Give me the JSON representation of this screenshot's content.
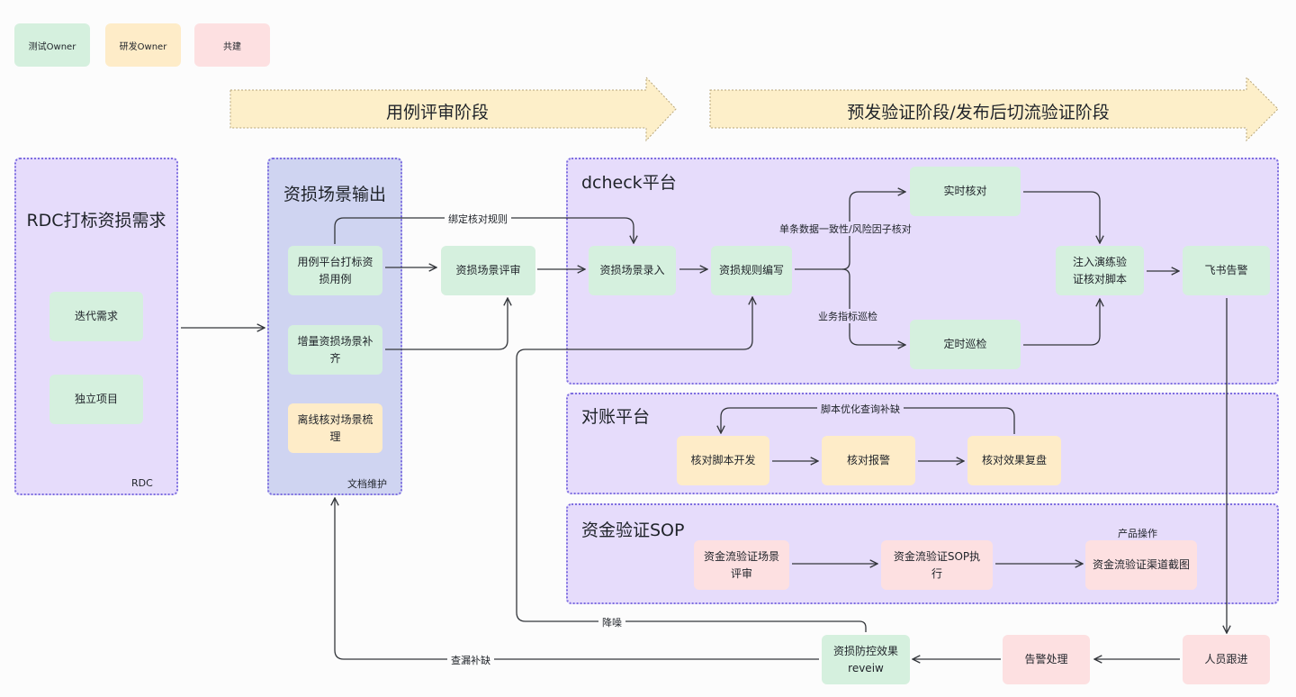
{
  "legend": [
    {
      "label": "测试Owner",
      "color": "#d5f0de"
    },
    {
      "label": "研发Owner",
      "color": "#feecc8"
    },
    {
      "label": "共建",
      "color": "#fde0e1"
    }
  ],
  "phases": [
    {
      "label": "用例评审阶段"
    },
    {
      "label": "预发验证阶段/发布后切流验证阶段"
    }
  ],
  "groups": {
    "rdc": {
      "title": "RDC打标资损需求",
      "footer": "RDC",
      "items": [
        "迭代需求",
        "独立项目"
      ]
    },
    "scene_output": {
      "title": "资损场景输出",
      "footer": "文档维护",
      "items": [
        "用例平台打标资损用例",
        "增量资损场景补齐",
        "离线核对场景梳理"
      ]
    },
    "dcheck": {
      "title": "dcheck平台"
    },
    "reconcile": {
      "title": "对账平台"
    },
    "fund_sop": {
      "title": "资金验证SOP"
    }
  },
  "nodes": {
    "scene_review": "资损场景评审",
    "scene_entry": "资损场景录入",
    "rule_writing": "资损规则编写",
    "realtime_check": "实时核对",
    "scheduled_inspect": "定时巡检",
    "inject_script": "注入演练验证核对脚本",
    "feishu_alert": "飞书告警",
    "script_dev": "核对脚本开发",
    "check_alarm": "核对报警",
    "check_review": "核对效果复盘",
    "fund_scene_review": "资金流验证场景评审",
    "fund_sop_exec": "资金流验证SOP执行",
    "fund_screenshot": "资金流验证渠道截图",
    "person_follow": "人员跟进",
    "alert_handle": "告警处理",
    "effect_review": "资损防控效果reveiw"
  },
  "edge_labels": {
    "bind_rules": "绑定核对规则",
    "single_consistency": "单条数据一致性/风险因子核对",
    "biz_metric_inspect": "业务指标巡检",
    "script_optimize": "脚本优化查询补缺",
    "product_op": "产品操作",
    "denoise": "降噪",
    "fill_gaps": "查漏补缺"
  }
}
